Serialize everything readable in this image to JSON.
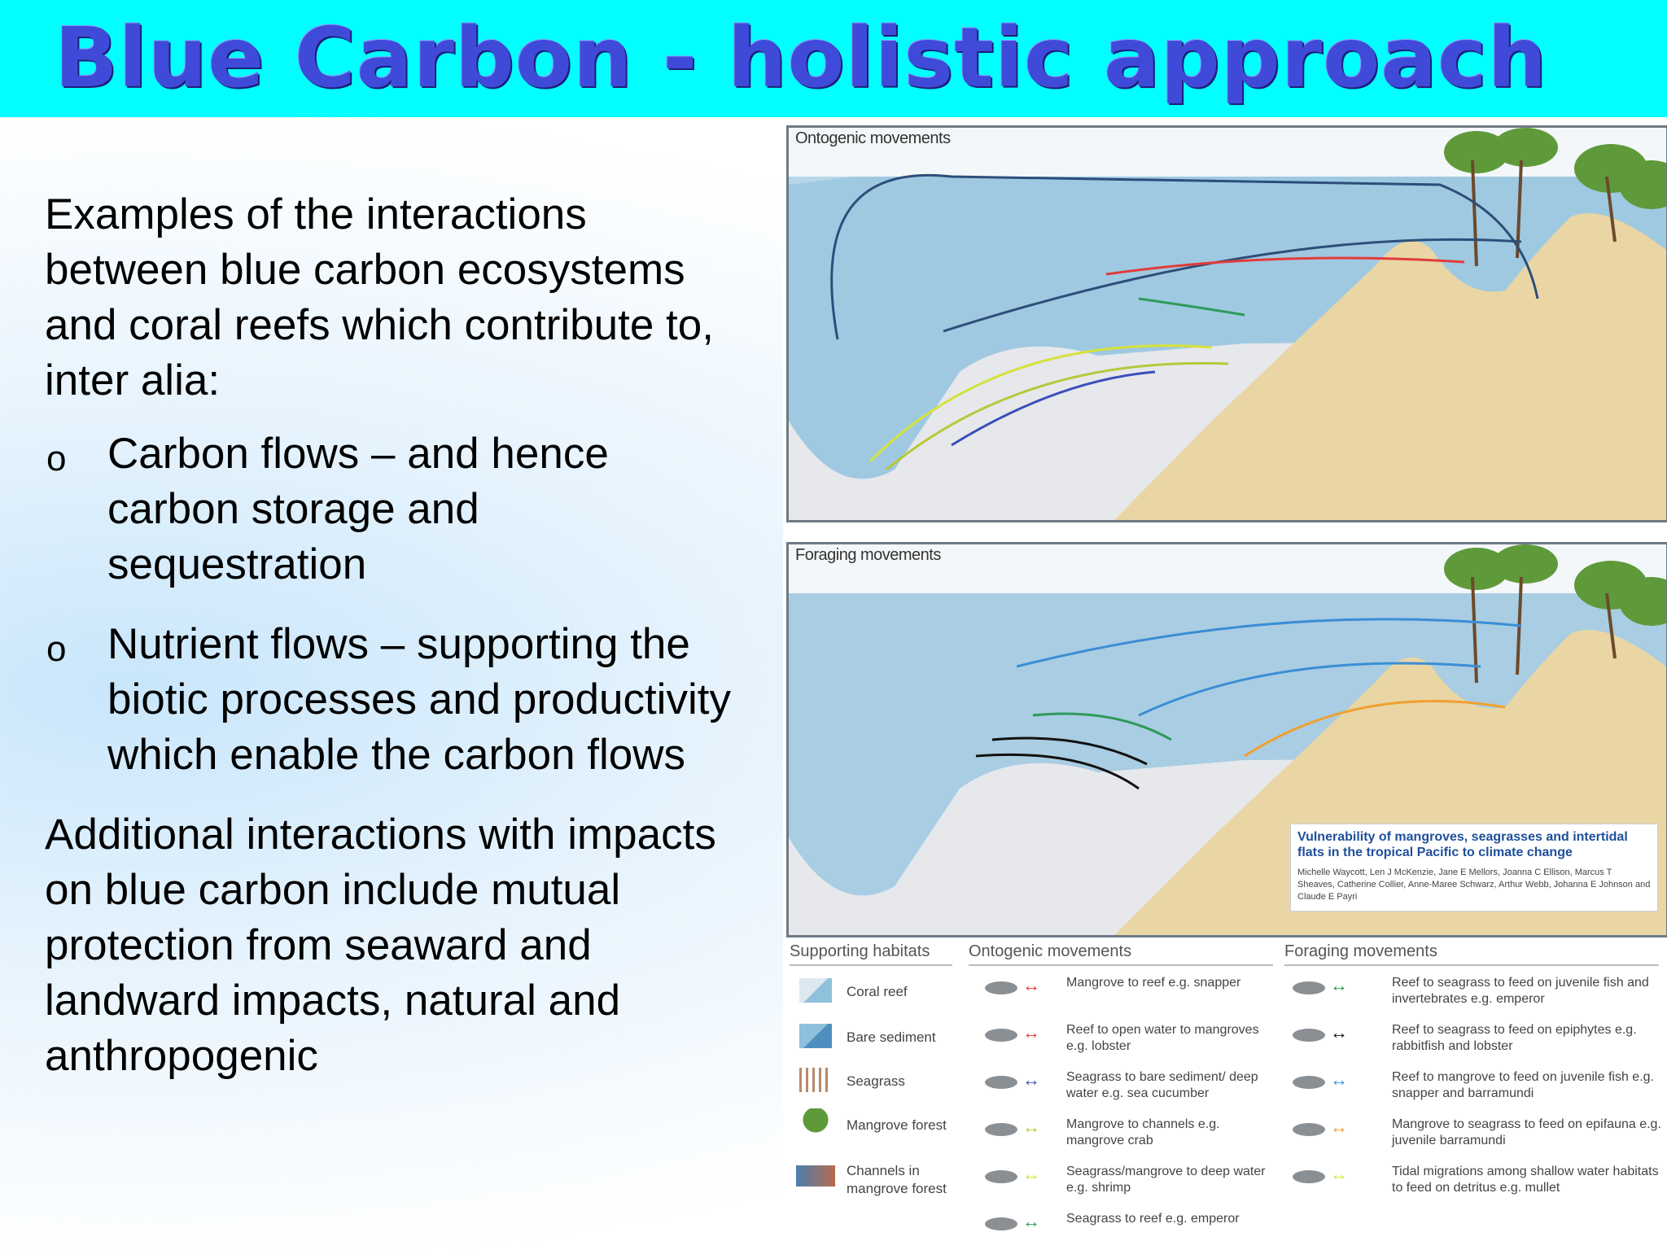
{
  "title": "Blue Carbon - holistic approach",
  "intro": "Examples of the interactions between blue carbon ecosystems and coral reefs which contribute to, inter alia:",
  "bullet_marker": "o",
  "bullets": [
    "Carbon flows – and hence carbon storage and sequestration",
    "Nutrient flows – supporting the biotic processes and productivity which enable the carbon flows"
  ],
  "additional": "Additional interactions with impacts on blue carbon include mutual protection from seaward and landward impacts, natural and anthropogenic",
  "figure": {
    "panel1_title": "Ontogenic movements",
    "panel2_title": "Foraging movements",
    "reference_title": "Vulnerability of mangroves, seagrasses and intertidal flats in the tropical Pacific to climate change",
    "reference_authors": "Michelle Waycott, Len J McKenzie, Jane E Mellors, Joanna C Ellison, Marcus T Sheaves, Catherine Collier, Anne-Maree Schwarz, Arthur Webb, Johanna E Johnson and Claude E Payri",
    "legend": {
      "habitats_heading": "Supporting habitats",
      "habitats": [
        "Coral reef",
        "Bare sediment",
        "Seagrass",
        "Mangrove forest",
        "Channels in mangrove forest"
      ],
      "ontogenic_heading": "Ontogenic movements",
      "ontogenic": [
        {
          "text": "Mangrove to reef e.g. snapper",
          "color": "#e23b3b"
        },
        {
          "text": "Reef to open water to mangroves e.g. lobster",
          "color": "#e23b3b"
        },
        {
          "text": "Seagrass to bare sediment/ deep water e.g. sea cucumber",
          "color": "#3b4fb8"
        },
        {
          "text": "Mangrove to channels e.g. mangrove crab",
          "color": "#b6c83a"
        },
        {
          "text": "Seagrass/mangrove to deep water e.g. shrimp",
          "color": "#d6e23a"
        },
        {
          "text": "Seagrass to reef e.g. emperor",
          "color": "#2e9a5a"
        }
      ],
      "foraging_heading": "Foraging movements",
      "foraging": [
        {
          "text": "Reef to seagrass to feed on juvenile fish and invertebrates e.g. emperor",
          "color": "#2e9a5a"
        },
        {
          "text": "Reef to seagrass to feed on epiphytes e.g. rabbitfish and lobster",
          "color": "#111111"
        },
        {
          "text": "Reef to mangrove to feed on juvenile fish e.g. snapper and barramundi",
          "color": "#3a8ed6"
        },
        {
          "text": "Mangrove to seagrass to feed on epifauna e.g. juvenile barramundi",
          "color": "#f0a030"
        },
        {
          "text": "Tidal migrations among shallow water habitats to feed on detritus e.g. mullet",
          "color": "#d6e23a"
        }
      ]
    }
  }
}
